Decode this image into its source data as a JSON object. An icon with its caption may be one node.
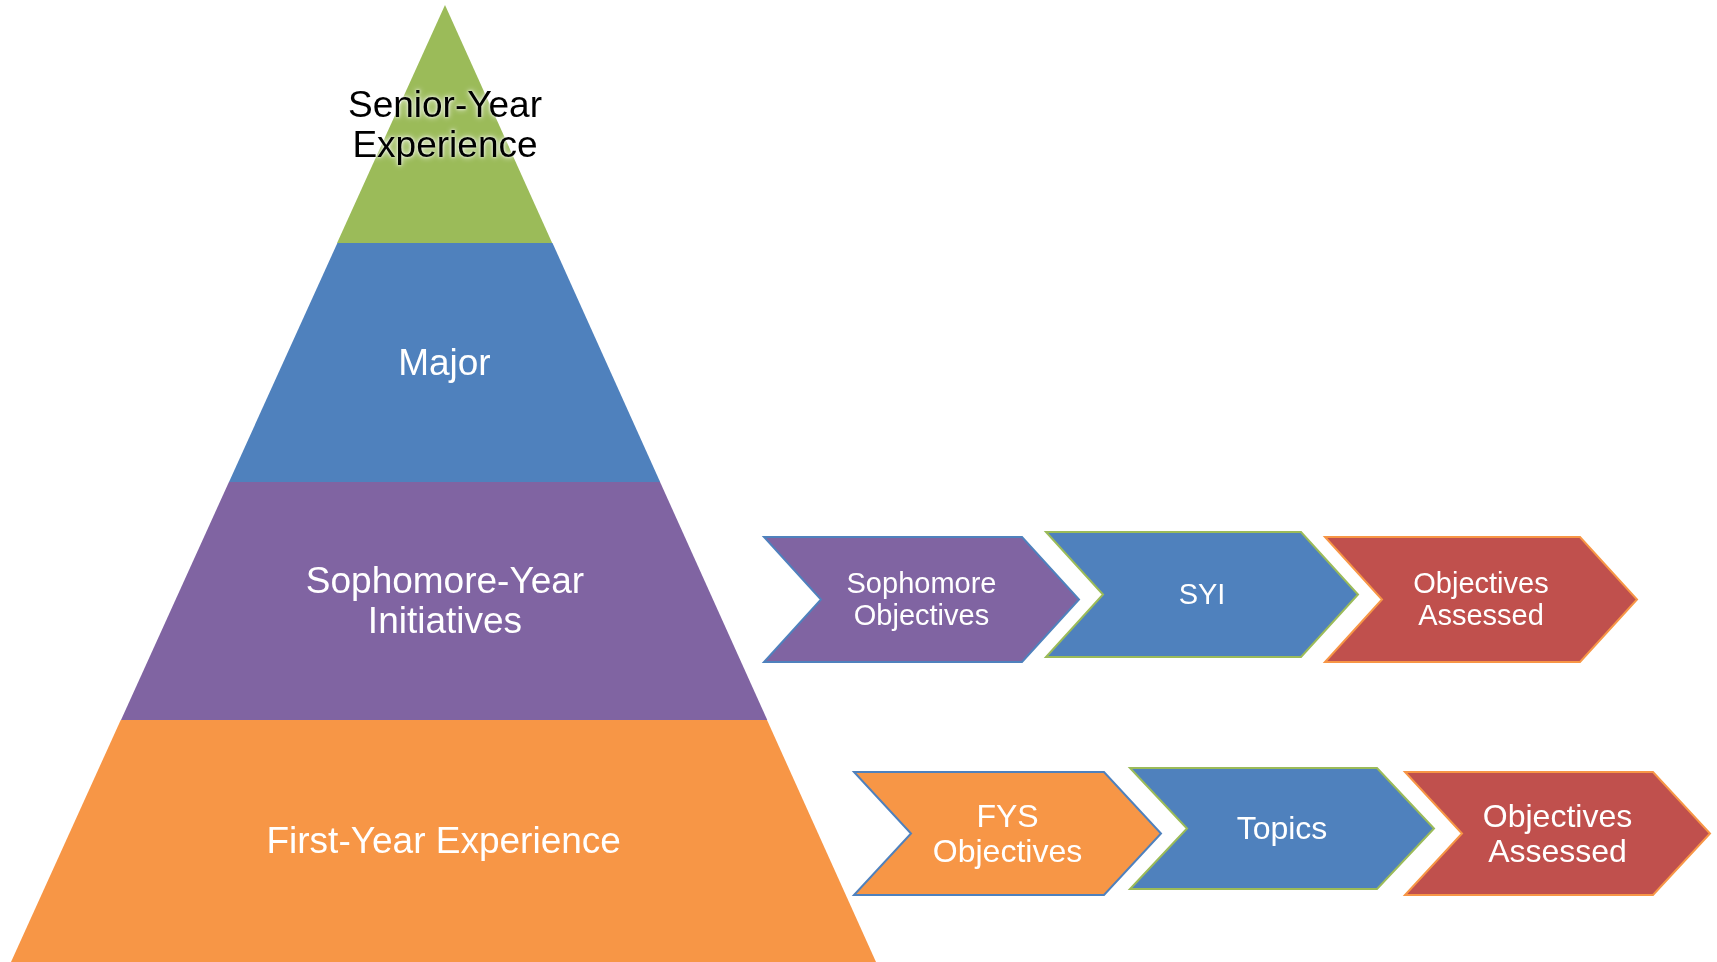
{
  "diagram": {
    "nodes": [
      {
        "text": [
          "Senior-Year Experience"
        ]
      },
      {
        "text": [
          "Major"
        ]
      },
      {
        "text": [
          "Sophomore-Year Initiatives"
        ]
      },
      {
        "text": [
          "First-Year Experience"
        ]
      },
      {
        "text": [
          "Sophomore Objectives"
        ]
      },
      {
        "text": [
          "SYI"
        ]
      },
      {
        "text": [
          "Objectives Assessed"
        ]
      },
      {
        "text": [
          "FYS Objectives"
        ]
      },
      {
        "text": [
          "Topics"
        ]
      },
      {
        "text": [
          "Objectives Assessed"
        ]
      }
    ]
  }
}
